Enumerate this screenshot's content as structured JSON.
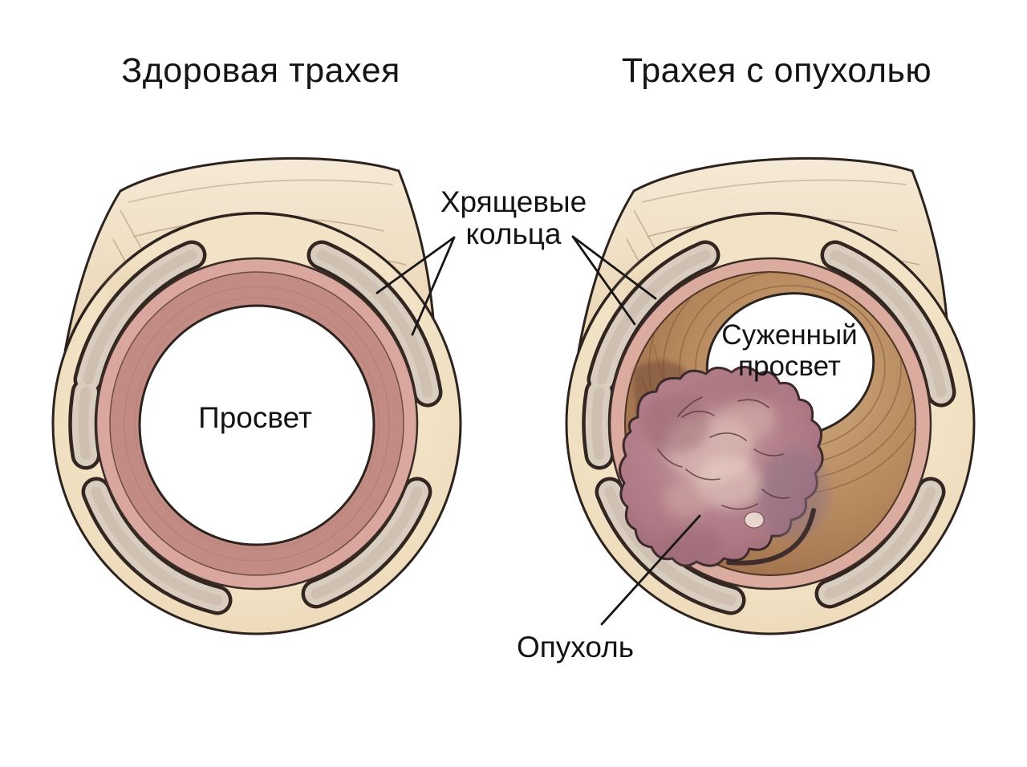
{
  "figure": {
    "type": "medical-illustration",
    "subject": "trachea cross-sections: healthy vs with tumor",
    "background": "#ffffff",
    "panels": [
      {
        "id": "healthy",
        "title": "Здоровая трахея"
      },
      {
        "id": "with-tumor",
        "title": "Трахея с опухолью"
      }
    ],
    "labels": {
      "cartilage_rings": {
        "line1": "Хрящевые",
        "line2": "кольца"
      },
      "lumen": "Просвет",
      "narrowed_lumen": {
        "line1": "Суженный",
        "line2": "просвет"
      },
      "tumor": "Опухоль"
    },
    "palette": {
      "outline": "#2d231e",
      "leader_line": "#161616",
      "wall_beige": "#ecd8b8",
      "wall_beige_light": "#f4e9d4",
      "cartilage_ring": "#d9cdc0",
      "mucosa_light_pink": "#d9a79e",
      "mucosa_deep_pink": "#c28c84",
      "interior_brown": "#b3855a",
      "tumor_base": "#ae7a85",
      "tumor_dark": "#7c525f",
      "lumen_white": "#ffffff",
      "text": "#141414"
    }
  }
}
